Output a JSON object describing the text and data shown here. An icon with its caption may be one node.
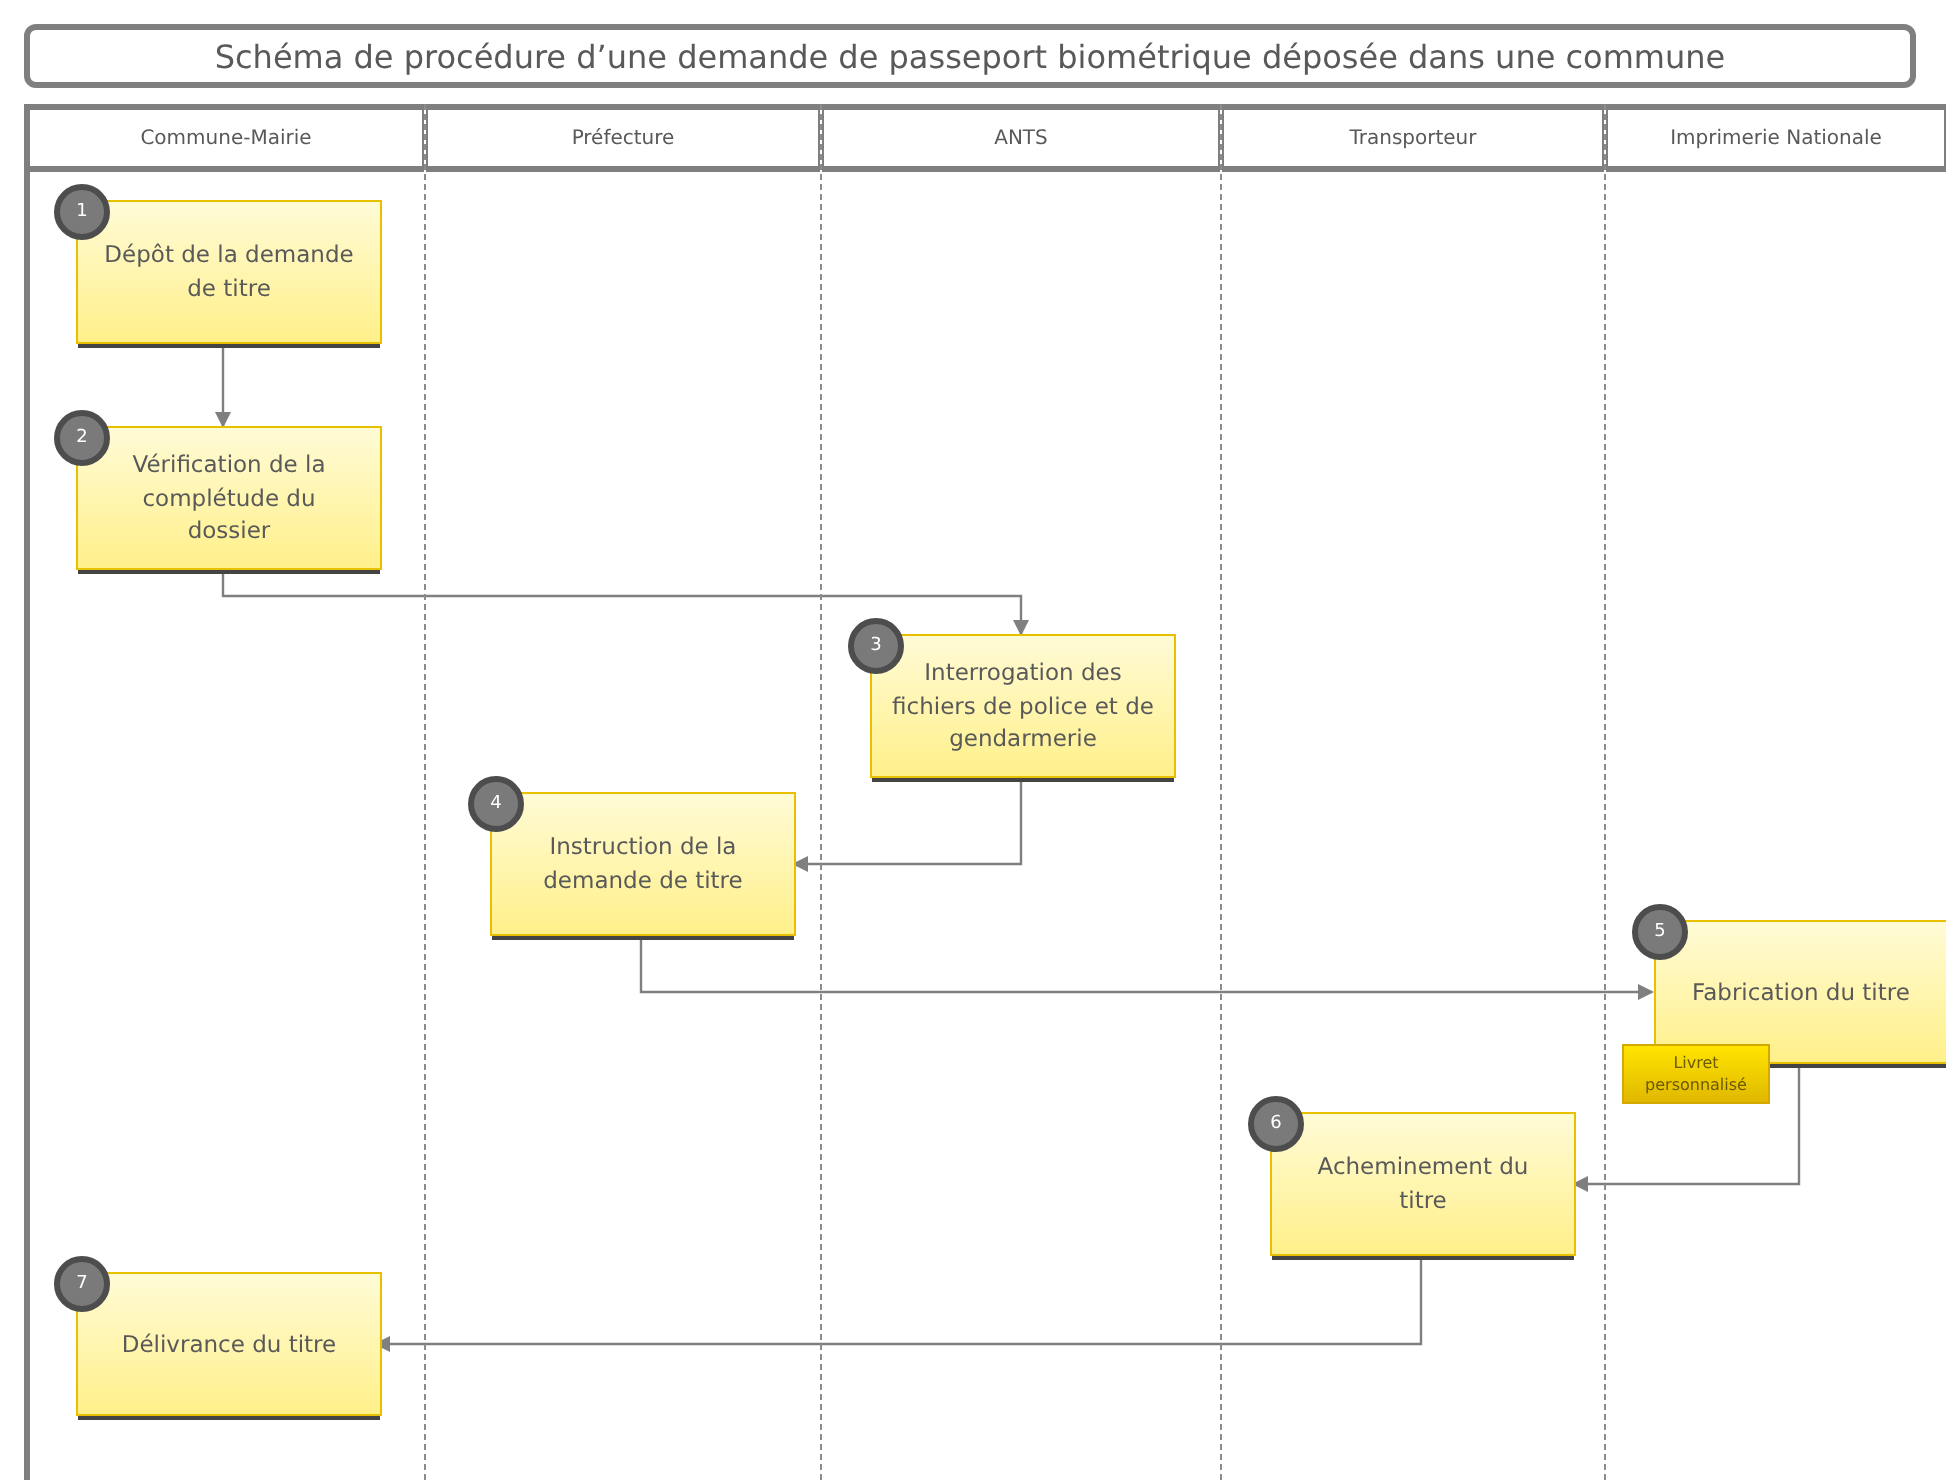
{
  "diagram": {
    "title": "Schéma de procédure d’une demande de passeport biométrique déposée dans une commune",
    "nodes": [
      {
        "text": [
          "Commune-Mairie"
        ]
      },
      {
        "text": [
          "Préfecture"
        ]
      },
      {
        "text": [
          "ANTS"
        ]
      },
      {
        "text": [
          "Transporteur"
        ]
      },
      {
        "text": [
          "Imprimerie Nationale"
        ]
      },
      {
        "text": [
          "1",
          "Dépôt de la demande de titre"
        ],
        "in": 0
      },
      {
        "text": [
          "2",
          "Vérification de la complétude du dossier"
        ],
        "in": 0
      },
      {
        "text": [
          "3",
          "Interrogation des fichiers de police et de gendarmerie"
        ],
        "in": 2
      },
      {
        "text": [
          "4",
          "Instruction de la demande de titre"
        ],
        "in": 1
      },
      {
        "text": [
          "5",
          "Fabrication du titre"
        ],
        "in": 4
      },
      {
        "text": [
          "Livret personnalisé"
        ],
        "in": 4
      },
      {
        "text": [
          "6",
          "Acheminement du titre"
        ],
        "in": 3
      },
      {
        "text": [
          "7",
          "Délivrance du titre"
        ],
        "in": 0
      }
    ],
    "edges": [
      {
        "from": 5,
        "to": 6,
        "arrow": "to"
      },
      {
        "from": 6,
        "to": 7,
        "arrow": "to"
      },
      {
        "from": 7,
        "to": 8,
        "arrow": "to"
      },
      {
        "from": 8,
        "to": 9,
        "arrow": "to"
      },
      {
        "from": 9,
        "to": 11,
        "arrow": "to"
      },
      {
        "from": 11,
        "to": 12,
        "arrow": "to"
      }
    ]
  }
}
